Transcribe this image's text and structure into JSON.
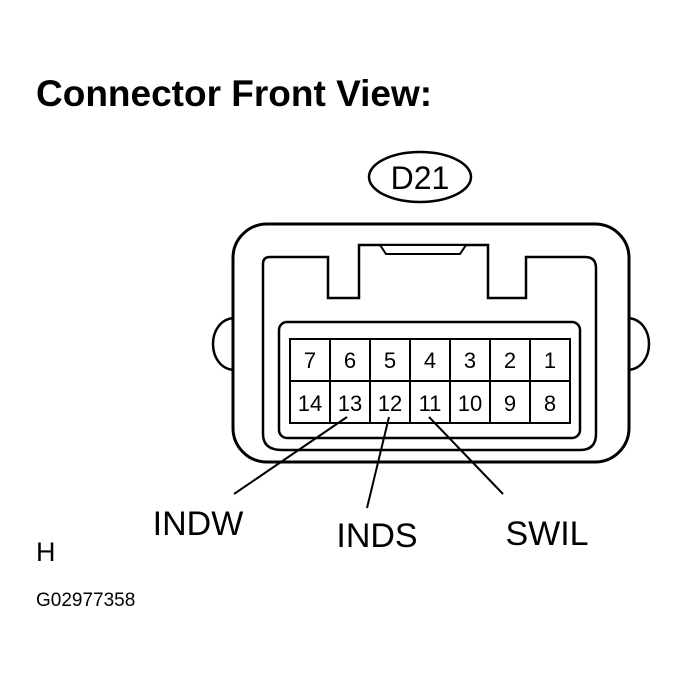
{
  "title": "Connector Front View:",
  "connector_id": "D21",
  "pins_top_row": [
    "7",
    "6",
    "5",
    "4",
    "3",
    "2",
    "1"
  ],
  "pins_bottom_row": [
    "14",
    "13",
    "12",
    "11",
    "10",
    "9",
    "8"
  ],
  "leads": [
    {
      "pin": "13",
      "label": "INDW"
    },
    {
      "pin": "12",
      "label": "INDS"
    },
    {
      "pin": "11",
      "label": "SWIL"
    }
  ],
  "corner_letter": "H",
  "figure_code": "G02977358"
}
